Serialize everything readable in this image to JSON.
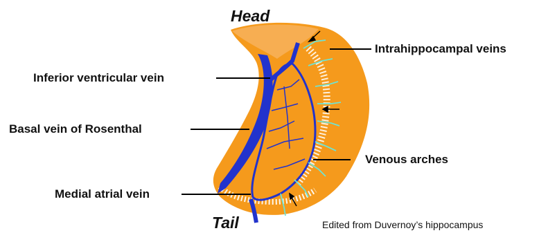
{
  "title_fragment": "",
  "ends": {
    "head": "Head",
    "tail": "Tail"
  },
  "labels": {
    "intrahippocampal": "Intrahippocampal veins",
    "inferior_ventricular": "Inferior ventricular vein",
    "basal_rosenthal": "Basal vein of Rosenthal",
    "venous_arches": "Venous arches",
    "medial_atrial": "Medial atrial vein"
  },
  "credit": "Edited from Duvernoy’s hippocampus",
  "colors": {
    "tissue": "#f59a1c",
    "tissue_light": "#fbd9a6",
    "vein": "#2233cc",
    "capillary": "#6fe3d2",
    "leader": "#000000"
  }
}
